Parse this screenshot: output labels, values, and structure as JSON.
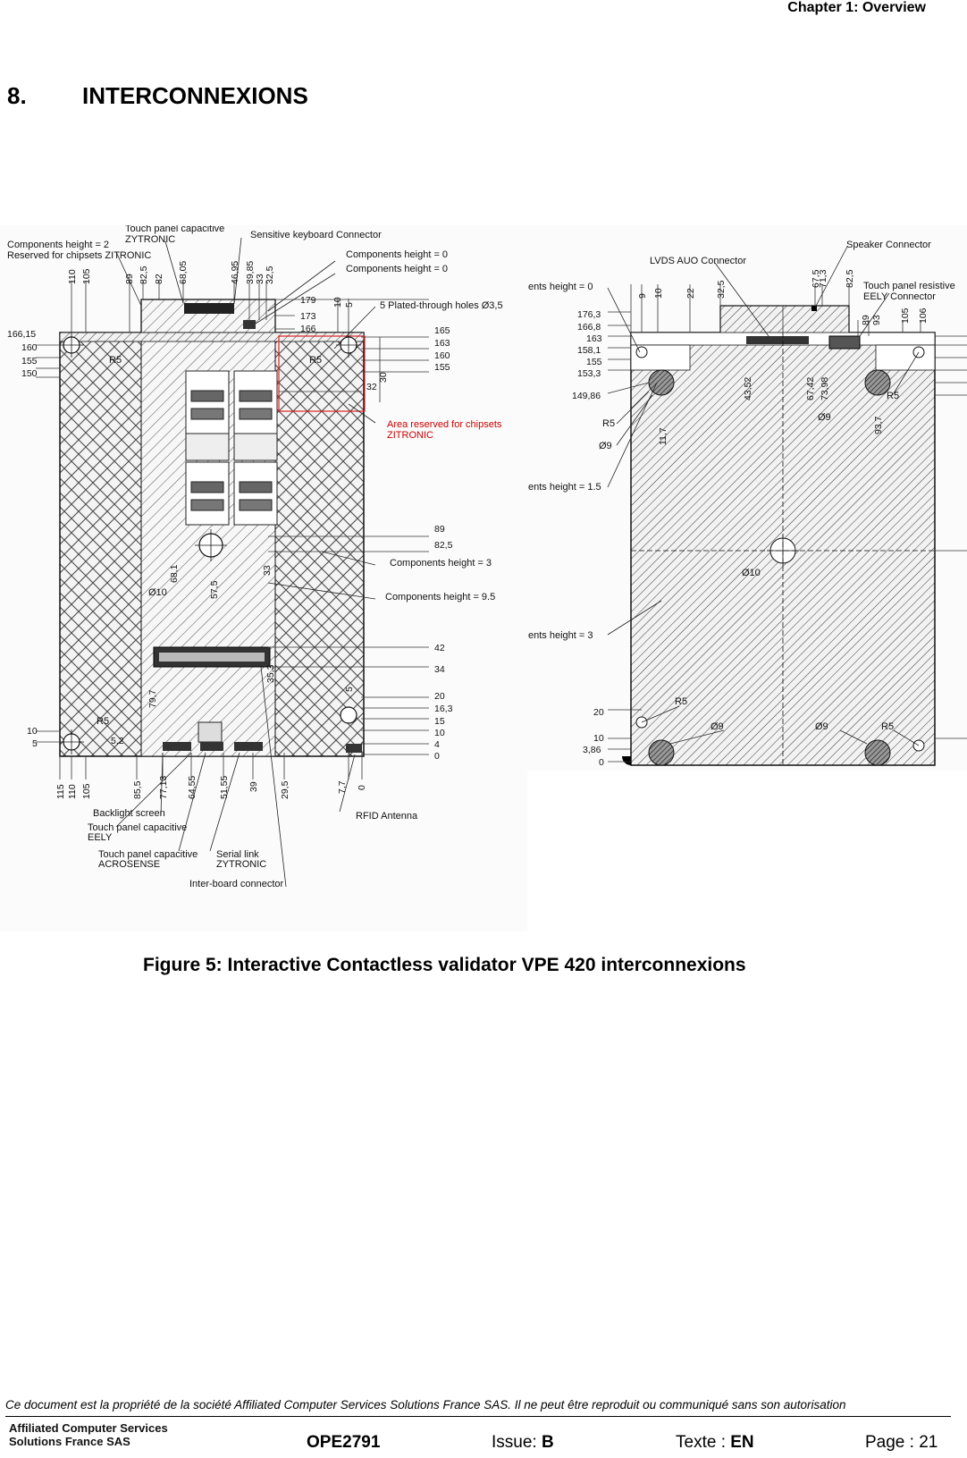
{
  "header": {
    "chapter": "Chapter 1: Overview"
  },
  "section": {
    "number": "8.",
    "title": "INTERCONNEXIONS"
  },
  "figure": {
    "caption": "Figure 5: Interactive Contactless validator VPE 420 interconnexions",
    "left_labels": {
      "touch_zytronic": "Touch panel capacitive",
      "zytronic": "ZYTRONIC",
      "sensitive_kb": "Sensitive keyboard Connector",
      "comp_h2": "Components height = 2",
      "reserved": "Reserved for chipsets ZITRONIC",
      "comp_h0a": "Components height = 0",
      "comp_h0b": "Components height = 0",
      "plated": "5 Plated-through holes Ø3,5",
      "area_reserved": "Area reserved for chipsets",
      "zitronic": "ZITRONIC",
      "comp_h3": "Components height = 3",
      "comp_h95": "Components height = 9.5",
      "backlight": "Backlight screen",
      "touch_eely": "Touch panel capacitive",
      "eely": "EELY",
      "touch_acro": "Touch panel capacitive",
      "acrosense": "ACROSENSE",
      "serial": "Serial link",
      "serial_zy": "ZYTRONIC",
      "interboard": "Inter-board connector",
      "rfid": "RFID Antenna",
      "r5": "R5",
      "d10": "Ø10"
    },
    "right_labels": {
      "lvds": "LVDS AUO Connector",
      "speaker": "Speaker Connector",
      "touch_res": "Touch panel resistive",
      "eely_conn": "EELY Connector",
      "h0": "ents height = 0",
      "h15": "ents height = 1.5",
      "h3": "ents height = 3",
      "r5": "R5",
      "d9": "Ø9",
      "d10": "Ø10"
    },
    "left_top_dims": [
      "110",
      "105",
      "89",
      "82,5",
      "82",
      "68,05",
      "46,95",
      "39,85",
      "33",
      "32,5",
      "10",
      "5"
    ],
    "left_right_dims": [
      "179",
      "173",
      "166",
      "165",
      "163",
      "160",
      "155",
      "89",
      "82,5",
      "42",
      "34",
      "20",
      "16,3",
      "15",
      "10",
      "4",
      "0"
    ],
    "left_left_dims": [
      "166,15",
      "160",
      "155",
      "150",
      "10",
      "5"
    ],
    "left_bottom_dims": [
      "115",
      "110",
      "105",
      "85,5",
      "77,13",
      "64,55",
      "51,55",
      "39",
      "29,5",
      "7,7",
      "0"
    ],
    "left_inner_dims": [
      "30",
      "32",
      "68,1",
      "57,5",
      "33",
      "79,7",
      "35,3",
      "5",
      "5,2"
    ],
    "right_left_dims": [
      "176,3",
      "166,8",
      "163",
      "158,1",
      "155",
      "153,3",
      "149,86",
      "20",
      "10",
      "3,86",
      "0"
    ],
    "right_top_dims": [
      "9",
      "10",
      "22",
      "32,5",
      "67,5",
      "71,3",
      "82,5",
      "89",
      "93",
      "105",
      "106"
    ],
    "right_inner_dims": [
      "43,52",
      "67,42",
      "73,98",
      "93,7",
      "11,7"
    ]
  },
  "footer": {
    "legal": "Ce document est la propriété de la société Affiliated Computer Services Solutions France SAS. Il ne peut être reproduit ou communiqué sans son autorisation",
    "company_line1": "Affiliated Computer Services",
    "company_line2": "Solutions France SAS",
    "doc_code": "OPE2791",
    "issue_label": "Issue: ",
    "issue_value": "B",
    "texte_label": "Texte : ",
    "texte_value": "EN",
    "page_label": "Page : 21"
  }
}
